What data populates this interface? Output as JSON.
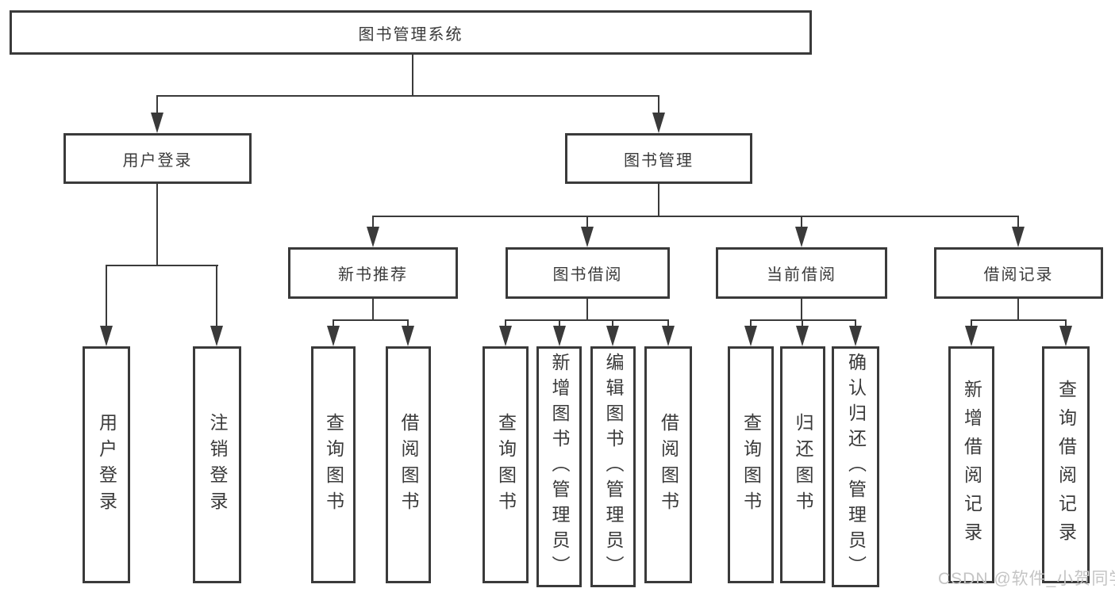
{
  "nodes": {
    "root": "图书管理系统",
    "user_login": "用户登录",
    "book_management": "图书管理",
    "new_book_recommend": "新书推荐",
    "book_borrowing": "图书借阅",
    "current_borrowing": "当前借阅",
    "borrowing_records": "借阅记录",
    "leaf_user_login": "用户登录",
    "leaf_logout": "注销登录",
    "leaf_query_book_recommend": "查询图书",
    "leaf_borrow_book_recommend": "借阅图书",
    "leaf_query_book_borrowing": "查询图书",
    "leaf_add_book_admin": "新增图书（管理员）",
    "leaf_edit_book_admin": "编辑图书（管理员）",
    "leaf_borrow_book_borrowing": "借阅图书",
    "leaf_query_book_current": "查询图书",
    "leaf_return_book": "归还图书",
    "leaf_confirm_return_admin": "确认归还（管理员）",
    "leaf_add_borrow_record": "新增借阅记录",
    "leaf_query_borrow_record": "查询借阅记录"
  },
  "watermark": "CSDN @软件_小贺同学",
  "colors": {
    "line": "#3a3a3a",
    "text": "#3a3a3a",
    "watermark": "#c4c4c4"
  }
}
